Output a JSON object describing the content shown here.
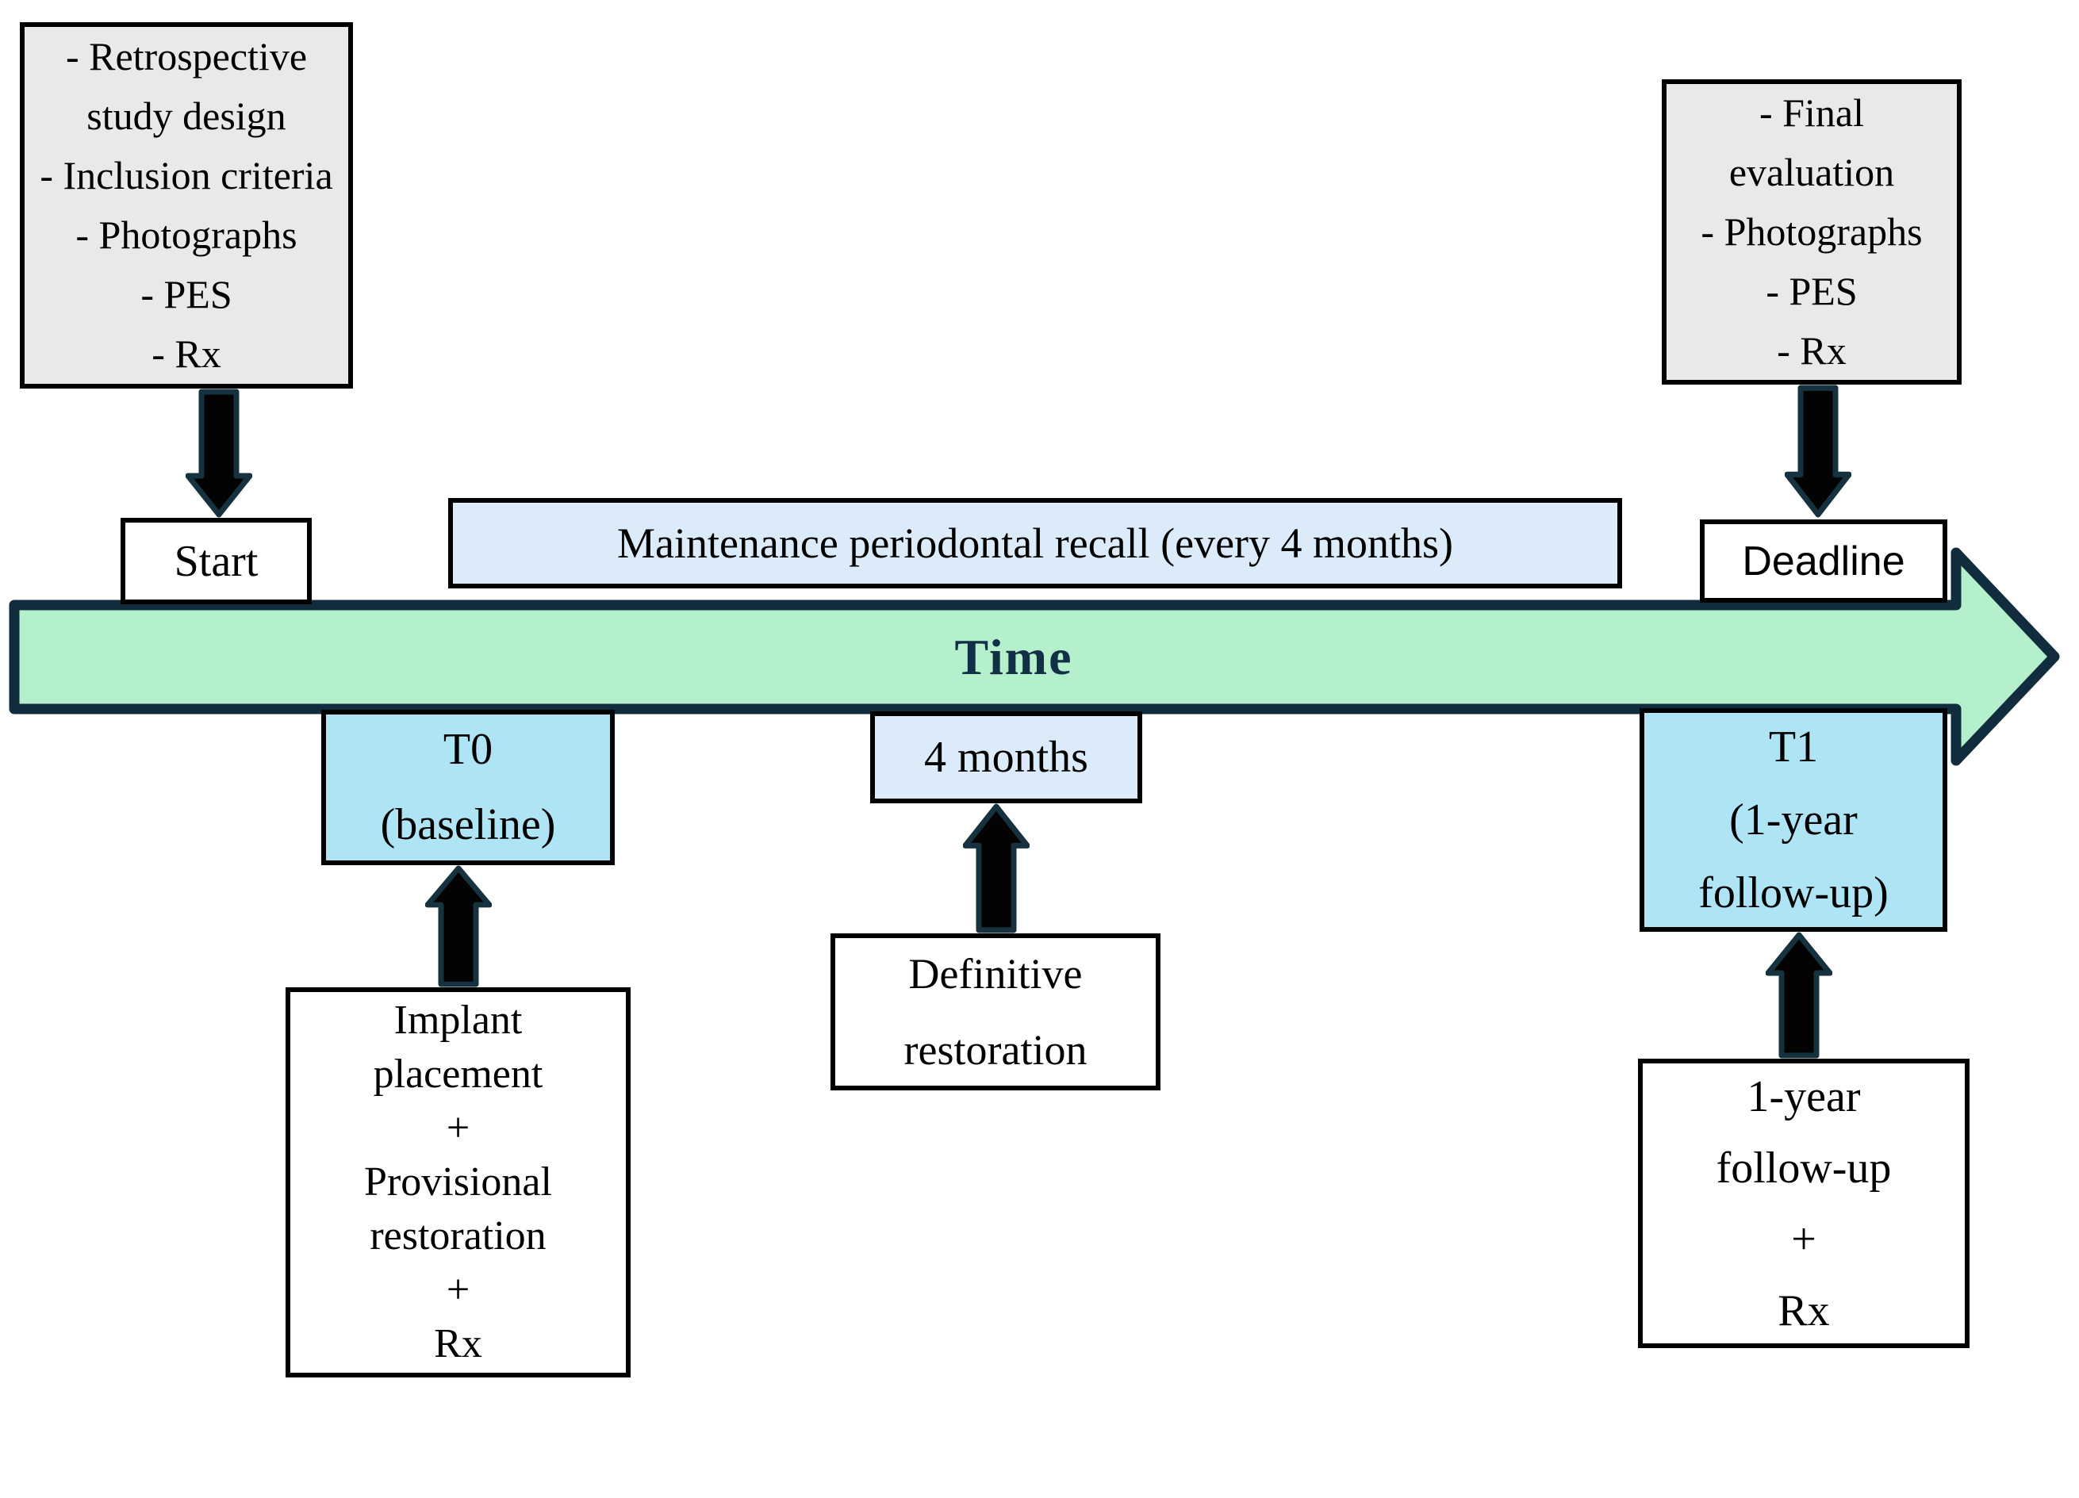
{
  "figure": {
    "type": "study-timeline-flow-diagram",
    "top_left_box": "- Retrospective\nstudy design\n- Inclusion criteria\n- Photographs\n- PES\n- Rx",
    "top_right_box": "- Final\nevaluation\n- Photographs\n- PES\n- Rx",
    "start_label": "Start",
    "maintenance_label": "Maintenance periodontal recall (every 4 months)",
    "deadline_label": "Deadline",
    "time_label": "Time",
    "t0_label": "T0\n(baseline)",
    "four_months_label": "4 months",
    "t1_label": "T1\n(1-year\nfollow-up)",
    "implant_label": "Implant\nplacement\n+\nProvisional\nrestoration\n+\nRx",
    "definitive_label": "Definitive\nrestoration",
    "one_year_label": "1-year\nfollow-up\n+\nRx",
    "colors": {
      "timeline_fill": "#b5f0cd",
      "timeline_outline": "#112c3c",
      "stage_blue": "#aee4f4",
      "recall_blue": "#dcebf9",
      "info_gray": "#e9e9e9",
      "arrow_fill": "#030303",
      "arrow_outline": "#16323f",
      "time_text": "#113045"
    }
  }
}
